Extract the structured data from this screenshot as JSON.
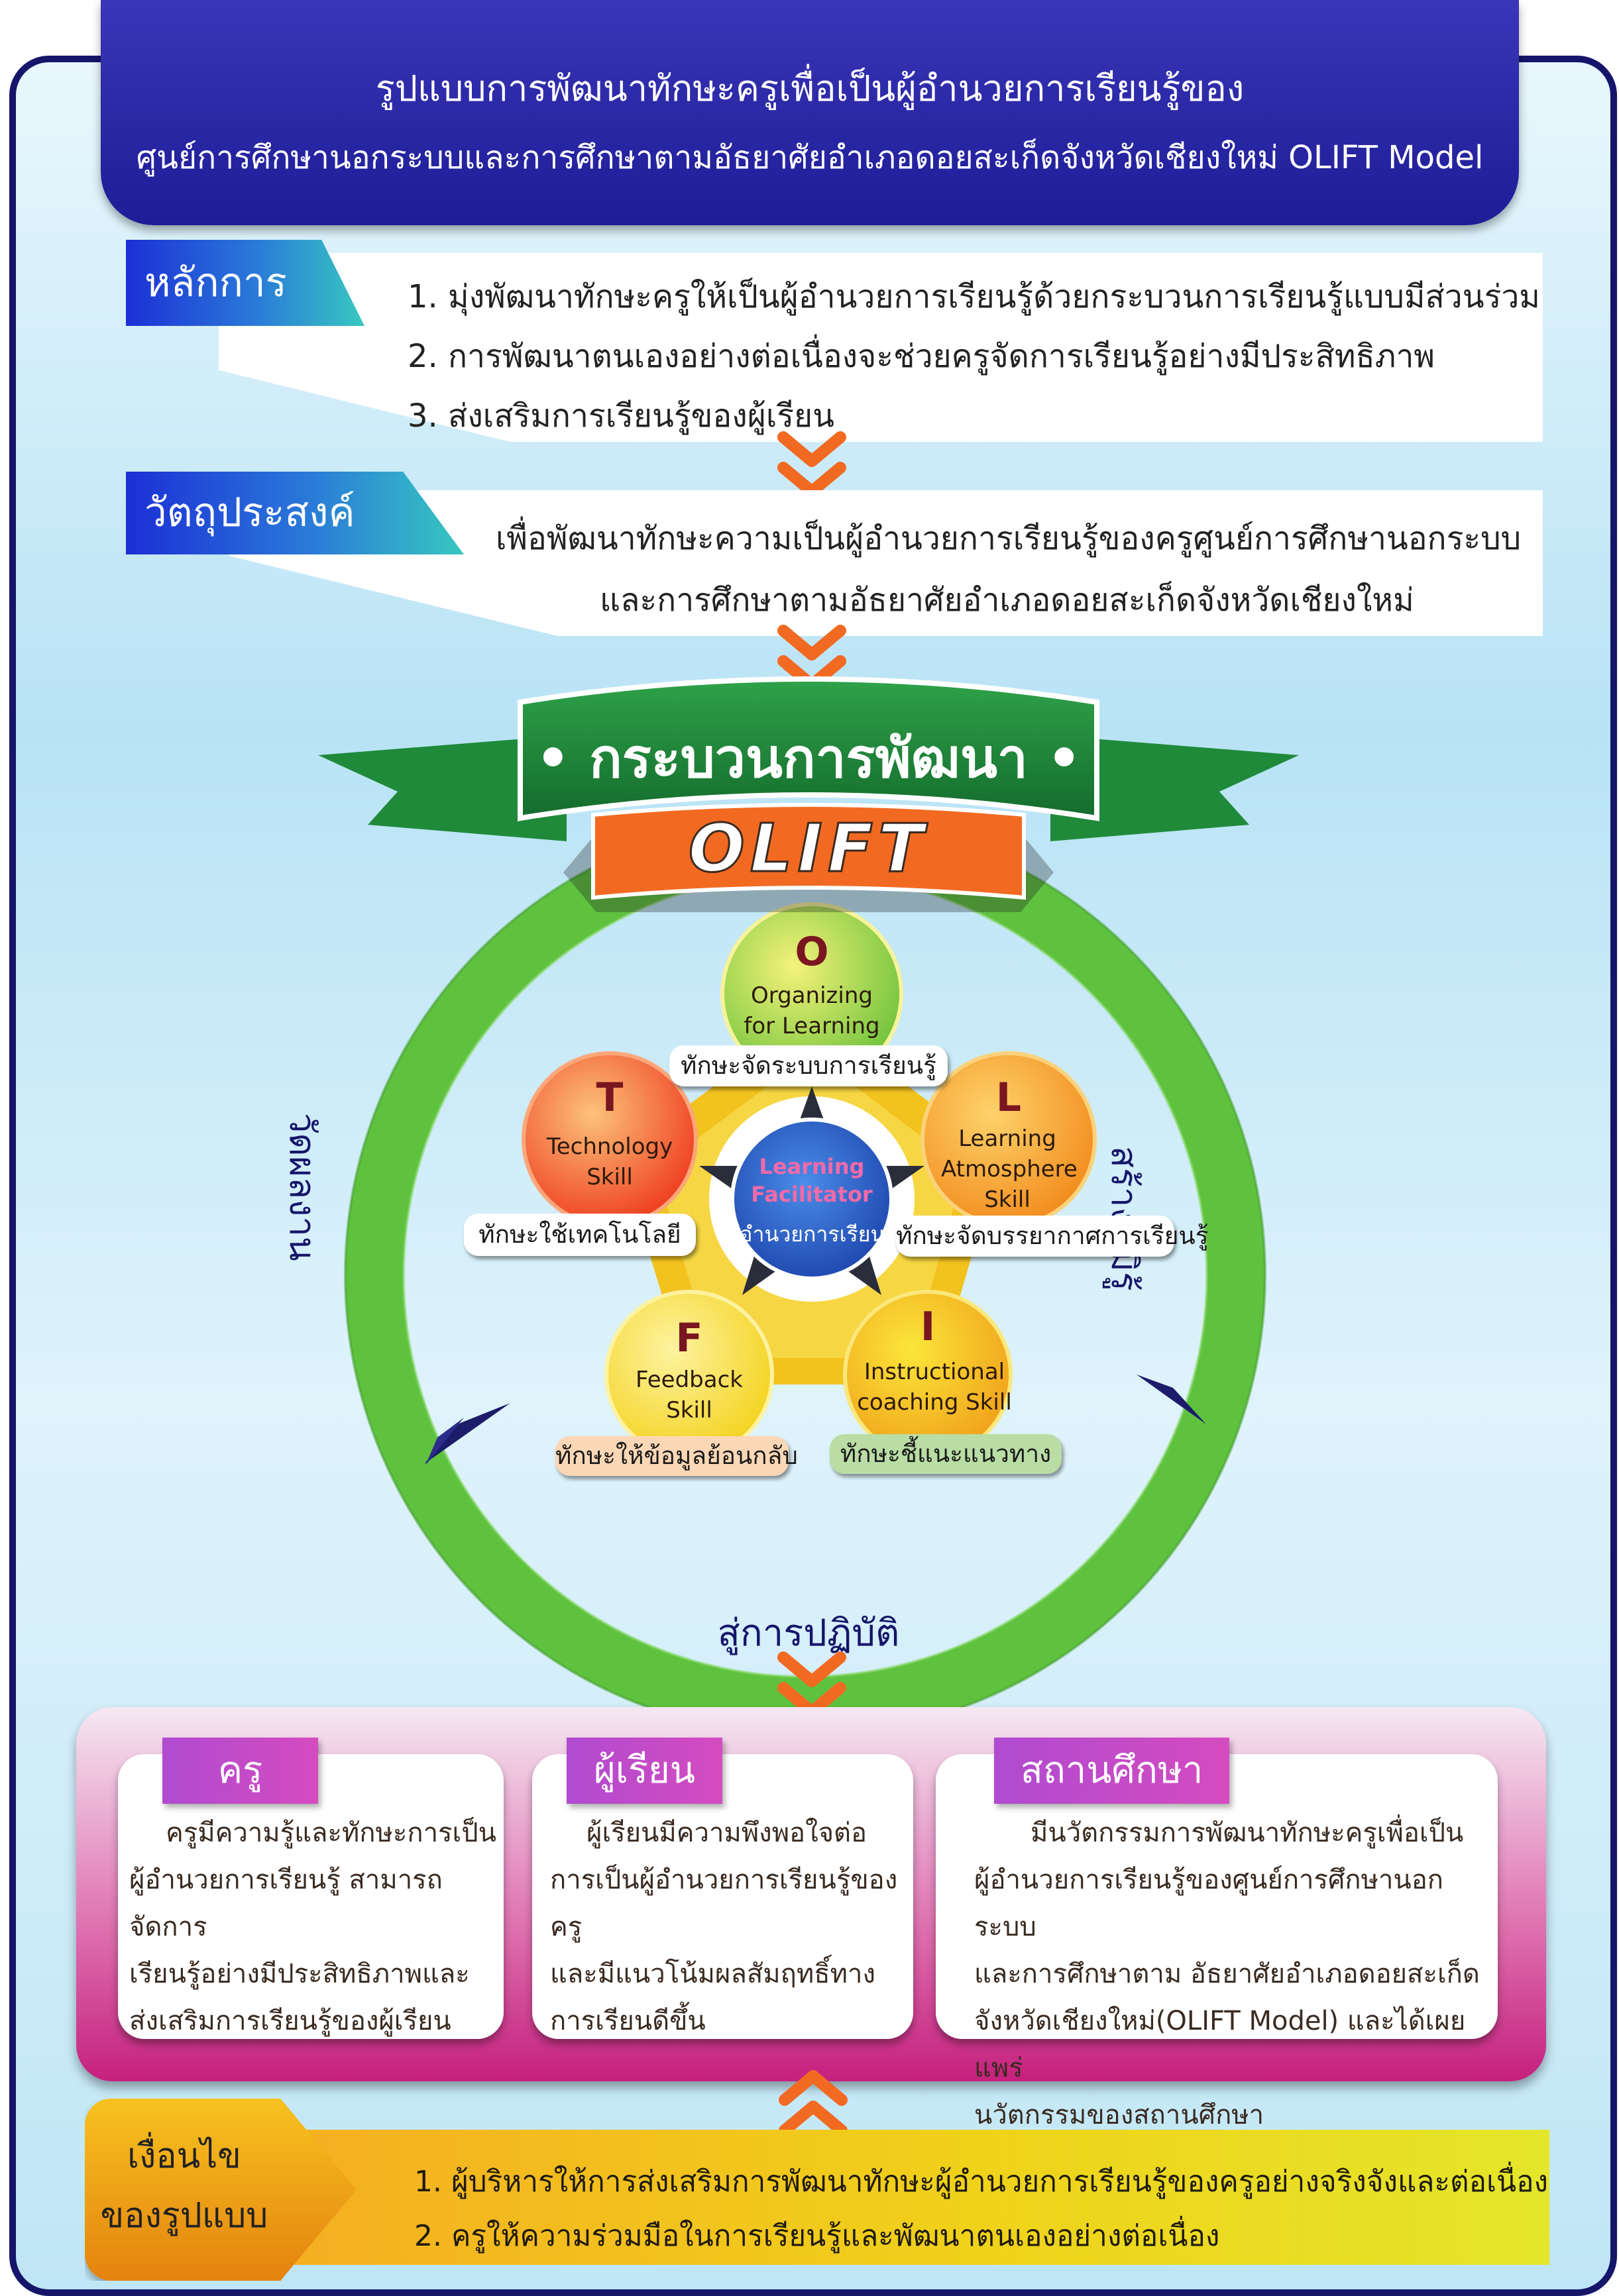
{
  "header": {
    "line1": "รูปแบบการพัฒนาทักษะครูเพื่อเป็นผู้อำนวยการเรียนรู้ของ",
    "line2": "ศูนย์การศึกษานอกระบบและการศึกษาตามอัธยาศัยอำเภอดอยสะเก็ดจังหวัดเชียงใหม่ OLIFT Model"
  },
  "principles": {
    "tab": "หลักการ",
    "items": [
      "1. มุ่งพัฒนาทักษะครูให้เป็นผู้อำนวยการเรียนรู้ด้วยกระบวนการเรียนรู้แบบมีส่วนร่วม",
      "2. การพัฒนาตนเองอย่างต่อเนื่องจะช่วยครูจัดการเรียนรู้อย่างมีประสิทธิภาพ",
      "3. ส่งเสริมการเรียนรู้ของผู้เรียน"
    ]
  },
  "objective": {
    "tab": "วัตถุประสงค์",
    "line1": "เพื่อพัฒนาทักษะความเป็นผู้อำนวยการเรียนรู้ของครูศูนย์การศึกษานอกระบบ",
    "line2": "และการศึกษาตามอัธยาศัยอำเภอดอยสะเก็ดจังหวัดเชียงใหม่"
  },
  "process": {
    "banner": "• กระบวนการพัฒนา •",
    "model": "OLIFT",
    "ring_left": "วัดผลงาน",
    "ring_right": "สร้างภูมิรู้",
    "ring_bottom": "สู่การปฏิบัติ",
    "center_en": "Learning Facilitator",
    "center_th": "ผู้อำนวยการเรียนรู้",
    "skills": {
      "o": {
        "letter": "O",
        "name": "Organizing for Learning Skill",
        "label": "ทักษะจัดระบบการเรียนรู้"
      },
      "l": {
        "letter": "L",
        "name": "Learning Atmosphere Skill",
        "label": "ทักษะจัดบรรยากาศการเรียนรู้"
      },
      "i": {
        "letter": "I",
        "name": "Instructional coaching Skill",
        "label": "ทักษะชี้แนะแนวทาง"
      },
      "f": {
        "letter": "F",
        "name": "Feedback Skill",
        "label": "ทักษะให้ข้อมูลย้อนกลับ"
      },
      "t": {
        "letter": "T",
        "name": "Technology Skill",
        "label": "ทักษะใช้เทคโนโลยี"
      }
    }
  },
  "results": {
    "teacher": {
      "title": "ครู",
      "lines": [
        "ครูมีความรู้และทักษะการเป็น",
        "ผู้อำนวยการเรียนรู้ สามารถจัดการ",
        "เรียนรู้อย่างมีประสิทธิภาพและ",
        "ส่งเสริมการเรียนรู้ของผู้เรียน"
      ]
    },
    "learner": {
      "title": "ผู้เรียน",
      "lines": [
        "ผู้เรียนมีความพึงพอใจต่อ",
        "การเป็นผู้อำนวยการเรียนรู้ของครู",
        "และมีแนวโน้มผลสัมฤทธิ์ทาง",
        "การเรียนดีขึ้น"
      ]
    },
    "school": {
      "title": "สถานศึกษา",
      "lines": [
        "มีนวัตกรรมการพัฒนาทักษะครูเพื่อเป็น",
        "ผู้อำนวยการเรียนรู้ของศูนย์การศึกษานอกระบบ",
        "และการศึกษาตาม อัธยาศัยอำเภอดอยสะเก็ด",
        "จังหวัดเชียงใหม่(OLIFT Model) และได้เผยแพร่",
        "นวัตกรรมของสถานศึกษา"
      ]
    }
  },
  "conditions": {
    "tab_line1": "เงื่อนไข",
    "tab_line2": "ของรูปแบบ",
    "items": [
      "1. ผู้บริหารให้การส่งเสริมการพัฒนาทักษะผู้อำนวยการเรียนรู้ของครูอย่างจริงจังและต่อเนื่อง",
      "2. ครูให้ความร่วมมือในการเรียนรู้และพัฒนาตนเองอย่างต่อเนื่อง"
    ]
  },
  "colors": {
    "header": "#2a27a8",
    "ring": "#5bbf3e",
    "banner_green": "#1f8a3a",
    "banner_orange": "#f26a22",
    "chevron": "#f26a22",
    "result_box": "#c5207d",
    "card_title": "#c14ccb",
    "conditions": "#f0c21a"
  },
  "icons": [
    "chevron-down-icon",
    "chevron-up-icon",
    "star-icon",
    "arrow-head-icon"
  ]
}
